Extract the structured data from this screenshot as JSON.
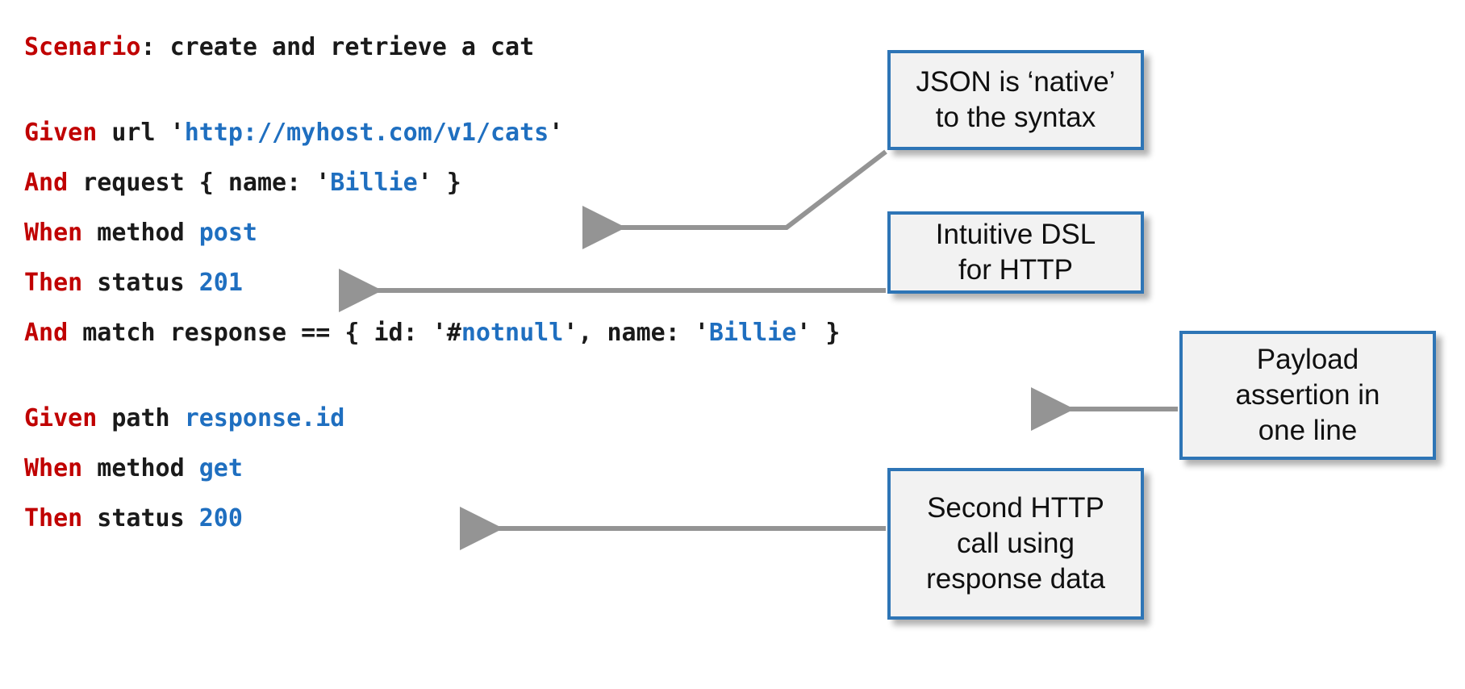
{
  "slide": {
    "background_color": "#ffffff",
    "accent_keyword_color": "#C00000",
    "accent_value_color": "#1f6FC0",
    "callout_border_color": "#2E75B6",
    "callout_fill_color": "#F2F2F2",
    "arrow_color": "#949494"
  },
  "code": {
    "lines": [
      {
        "id": "scenario",
        "segments": [
          {
            "type": "keyword",
            "text": "Scenario"
          },
          {
            "type": "plain",
            "text": ": create and retrieve a cat"
          }
        ]
      },
      {
        "id": "blank-1",
        "segments": []
      },
      {
        "id": "given-url",
        "segments": [
          {
            "type": "keyword",
            "text": "Given"
          },
          {
            "type": "plain",
            "text": " url '"
          },
          {
            "type": "value",
            "text": "http://myhost.com/v1/cats"
          },
          {
            "type": "plain",
            "text": "'"
          }
        ]
      },
      {
        "id": "and-request",
        "segments": [
          {
            "type": "keyword",
            "text": "And"
          },
          {
            "type": "plain",
            "text": " request { name: '"
          },
          {
            "type": "value",
            "text": "Billie"
          },
          {
            "type": "plain",
            "text": "' }"
          }
        ]
      },
      {
        "id": "when-method-post",
        "segments": [
          {
            "type": "keyword",
            "text": "When"
          },
          {
            "type": "plain",
            "text": " method "
          },
          {
            "type": "value",
            "text": "post"
          }
        ]
      },
      {
        "id": "then-status-201",
        "segments": [
          {
            "type": "keyword",
            "text": "Then"
          },
          {
            "type": "plain",
            "text": " status "
          },
          {
            "type": "value",
            "text": "201"
          }
        ]
      },
      {
        "id": "and-match-response",
        "segments": [
          {
            "type": "keyword",
            "text": "And"
          },
          {
            "type": "plain",
            "text": " match response == { id: '#"
          },
          {
            "type": "value",
            "text": "notnull"
          },
          {
            "type": "plain",
            "text": "', name: '"
          },
          {
            "type": "value",
            "text": "Billie"
          },
          {
            "type": "plain",
            "text": "' }"
          }
        ]
      },
      {
        "id": "blank-2",
        "segments": []
      },
      {
        "id": "given-path",
        "segments": [
          {
            "type": "keyword",
            "text": "Given"
          },
          {
            "type": "plain",
            "text": " path "
          },
          {
            "type": "value",
            "text": "response.id"
          }
        ]
      },
      {
        "id": "when-method-get",
        "segments": [
          {
            "type": "keyword",
            "text": "When"
          },
          {
            "type": "plain",
            "text": " method "
          },
          {
            "type": "value",
            "text": "get"
          }
        ]
      },
      {
        "id": "then-status-200",
        "segments": [
          {
            "type": "keyword",
            "text": "Then"
          },
          {
            "type": "plain",
            "text": " status "
          },
          {
            "type": "value",
            "text": "200"
          }
        ]
      }
    ]
  },
  "callouts": {
    "json_native": {
      "text": "JSON is ‘native’\nto the syntax",
      "points_to": "and-request"
    },
    "intuitive_dsl": {
      "text": "Intuitive DSL\nfor HTTP",
      "points_to": "when-method-post"
    },
    "payload_assertion": {
      "text": "Payload\nassertion in\none line",
      "points_to": "and-match-response"
    },
    "second_http": {
      "text": "Second HTTP\ncall using\nresponse data",
      "points_to": "given-path"
    }
  }
}
